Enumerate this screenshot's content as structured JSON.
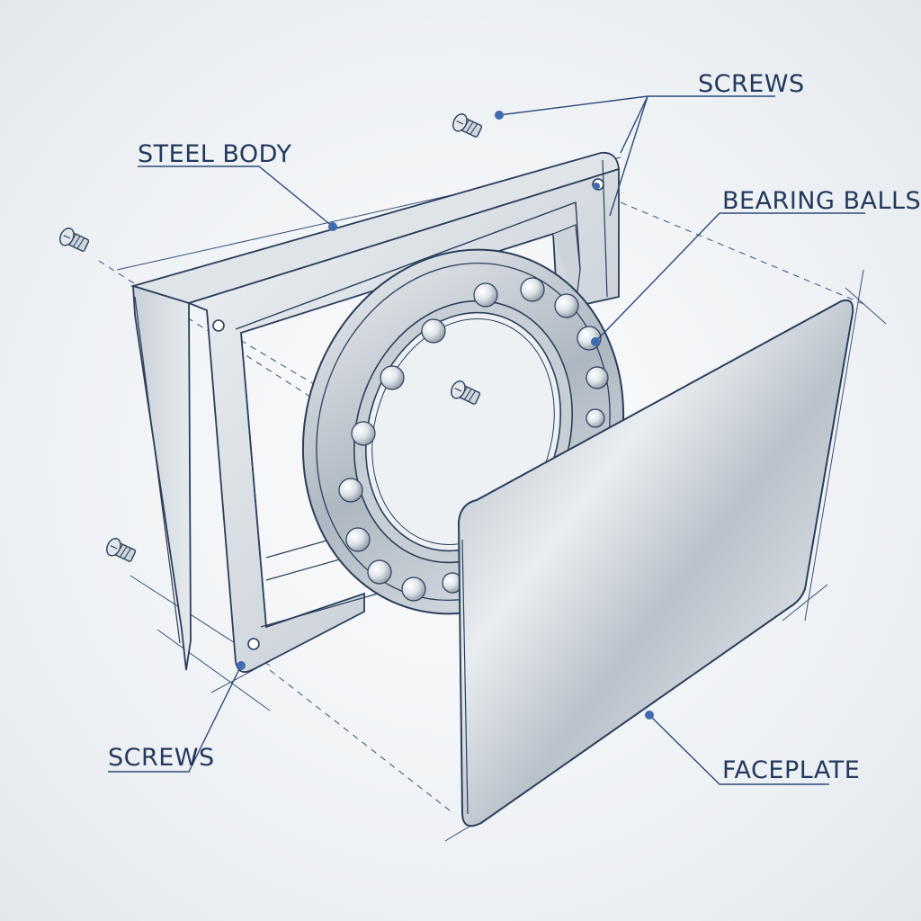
{
  "labels": {
    "screws_top": "SCREWS",
    "steel_body": "STEEL BODY",
    "bearing_balls": "BEARING BALLS",
    "screws_bottom": "SCREWS",
    "faceplate": "FACEPLATE"
  },
  "colors": {
    "ink": "#23395d",
    "leader": "#2c4a78",
    "dot": "#3f6bb0",
    "steel_light": "#e8ecf0",
    "steel_mid": "#c3cbd4",
    "steel_dark": "#8e99a6"
  }
}
